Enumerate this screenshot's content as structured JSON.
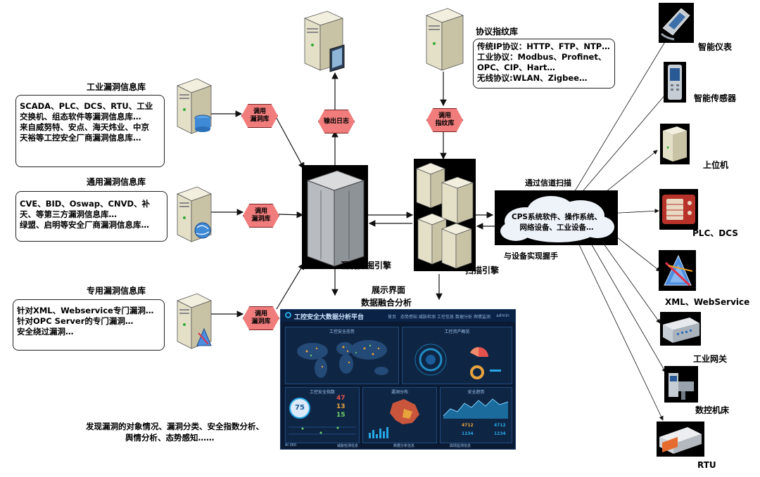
{
  "vuln_libs": {
    "industrial": {
      "title": "工业漏洞信息库",
      "lines": [
        "SCADA、PLC、DCS、RTU、工业",
        "交换机、组态软件等漏洞信息库…",
        "来自威努特、安点、海天炜业、中京",
        "天裕等工控安全厂商漏洞信息库…"
      ]
    },
    "general": {
      "title": "通用漏洞信息库",
      "lines": [
        "CVE、BID、Oswap、CNVD、补",
        "天、等第三方漏洞信息库…",
        "绿盟、启明等安全厂商漏洞信息库…"
      ]
    },
    "special": {
      "title": "专用漏洞信息库",
      "lines": [
        "针对XML、Webservice专门漏洞…",
        "针对OPC Server的专门漏洞…",
        "安全绕过漏洞…"
      ]
    }
  },
  "protocol_lib": {
    "title": "协议指纹库",
    "lines": [
      "传统IP协议：HTTP、FTP、NTP…",
      "工业协议：Modbus、Profinet、",
      "OPC、CIP、Hart…",
      "无线协议:WLAN、Zigbee…"
    ]
  },
  "hexes": {
    "call_lib_1": "调用\n漏洞库",
    "call_lib_2": "调用\n漏洞库",
    "call_lib_3": "调用\n漏洞库",
    "output_log": "输出日志",
    "call_fp": "调用\n指纹库"
  },
  "engines": {
    "mining": "漏洞挖掘引擎",
    "scan": "扫描引擎"
  },
  "cloud": {
    "top_label": "通过信道扫描",
    "text": "CPS系统软件、操作系统、\n网络设备、工业设备…",
    "bottom_label": "与设备实现握手"
  },
  "display": {
    "label_1": "展示界面",
    "label_2": "数据融合分析"
  },
  "findings": {
    "line_1": "发现漏洞的对象情况、漏洞分类、安全指数分析、",
    "line_2": "舆情分析、态势感知……"
  },
  "devices": [
    "智能仪表",
    "智能传感器",
    "上位机",
    "PLC、DCS",
    "XML、WebService",
    "工业网关",
    "数控机床",
    "RTU"
  ],
  "dashboard": {
    "title": "工控安全大数据分析平台",
    "tabs": [
      "首页",
      "态势感知",
      "威胁检测",
      "工控信息",
      "数据分析",
      "舆情监测",
      "admin"
    ],
    "panels": [
      "工控安全态势",
      "工控资产概览",
      "工控安全指数",
      "漏洞分布",
      "安全趋势"
    ],
    "index_value": "75",
    "stats": [
      "47",
      "13",
      "15"
    ],
    "numbers": [
      "4712",
      "4712",
      "1234",
      "1234"
    ],
    "ticker": [
      "AI 360",
      "威胁检测信息",
      "数据分析信息",
      "舆情监测信息"
    ],
    "colors": {
      "background": "#0b1a33",
      "accent": "#27a8e6",
      "warning": "#e8a33d"
    }
  },
  "colors": {
    "hexagon": "#f07c7c",
    "line": "#111111"
  }
}
